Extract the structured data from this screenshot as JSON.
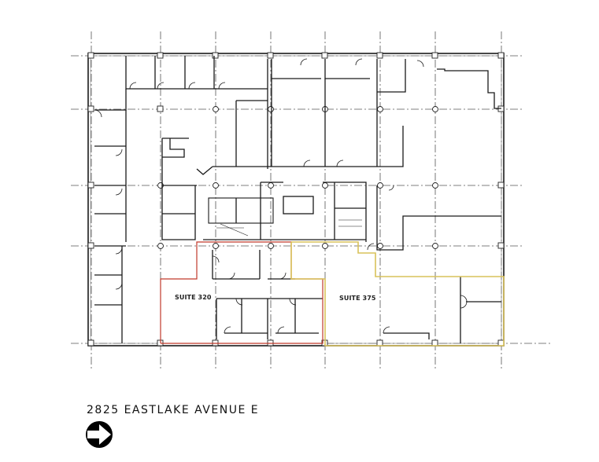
{
  "plan": {
    "title": "2825 EASTLAKE AVENUE E",
    "north_arrow_icon": "north-arrow-icon",
    "grid": {
      "x": [
        116,
        204,
        274,
        344,
        413,
        483,
        553,
        637
      ],
      "y": [
        71,
        139,
        236,
        313,
        437
      ]
    },
    "suites": [
      {
        "label": "SUITE 320",
        "color": "#c0392b"
      },
      {
        "label": "SUITE 375",
        "color": "#d9c25a"
      }
    ]
  },
  "colors": {
    "wall": "#1a1a1a",
    "grid": "#555555",
    "suite_320": "#c0392b",
    "suite_375": "#d9c25a"
  }
}
